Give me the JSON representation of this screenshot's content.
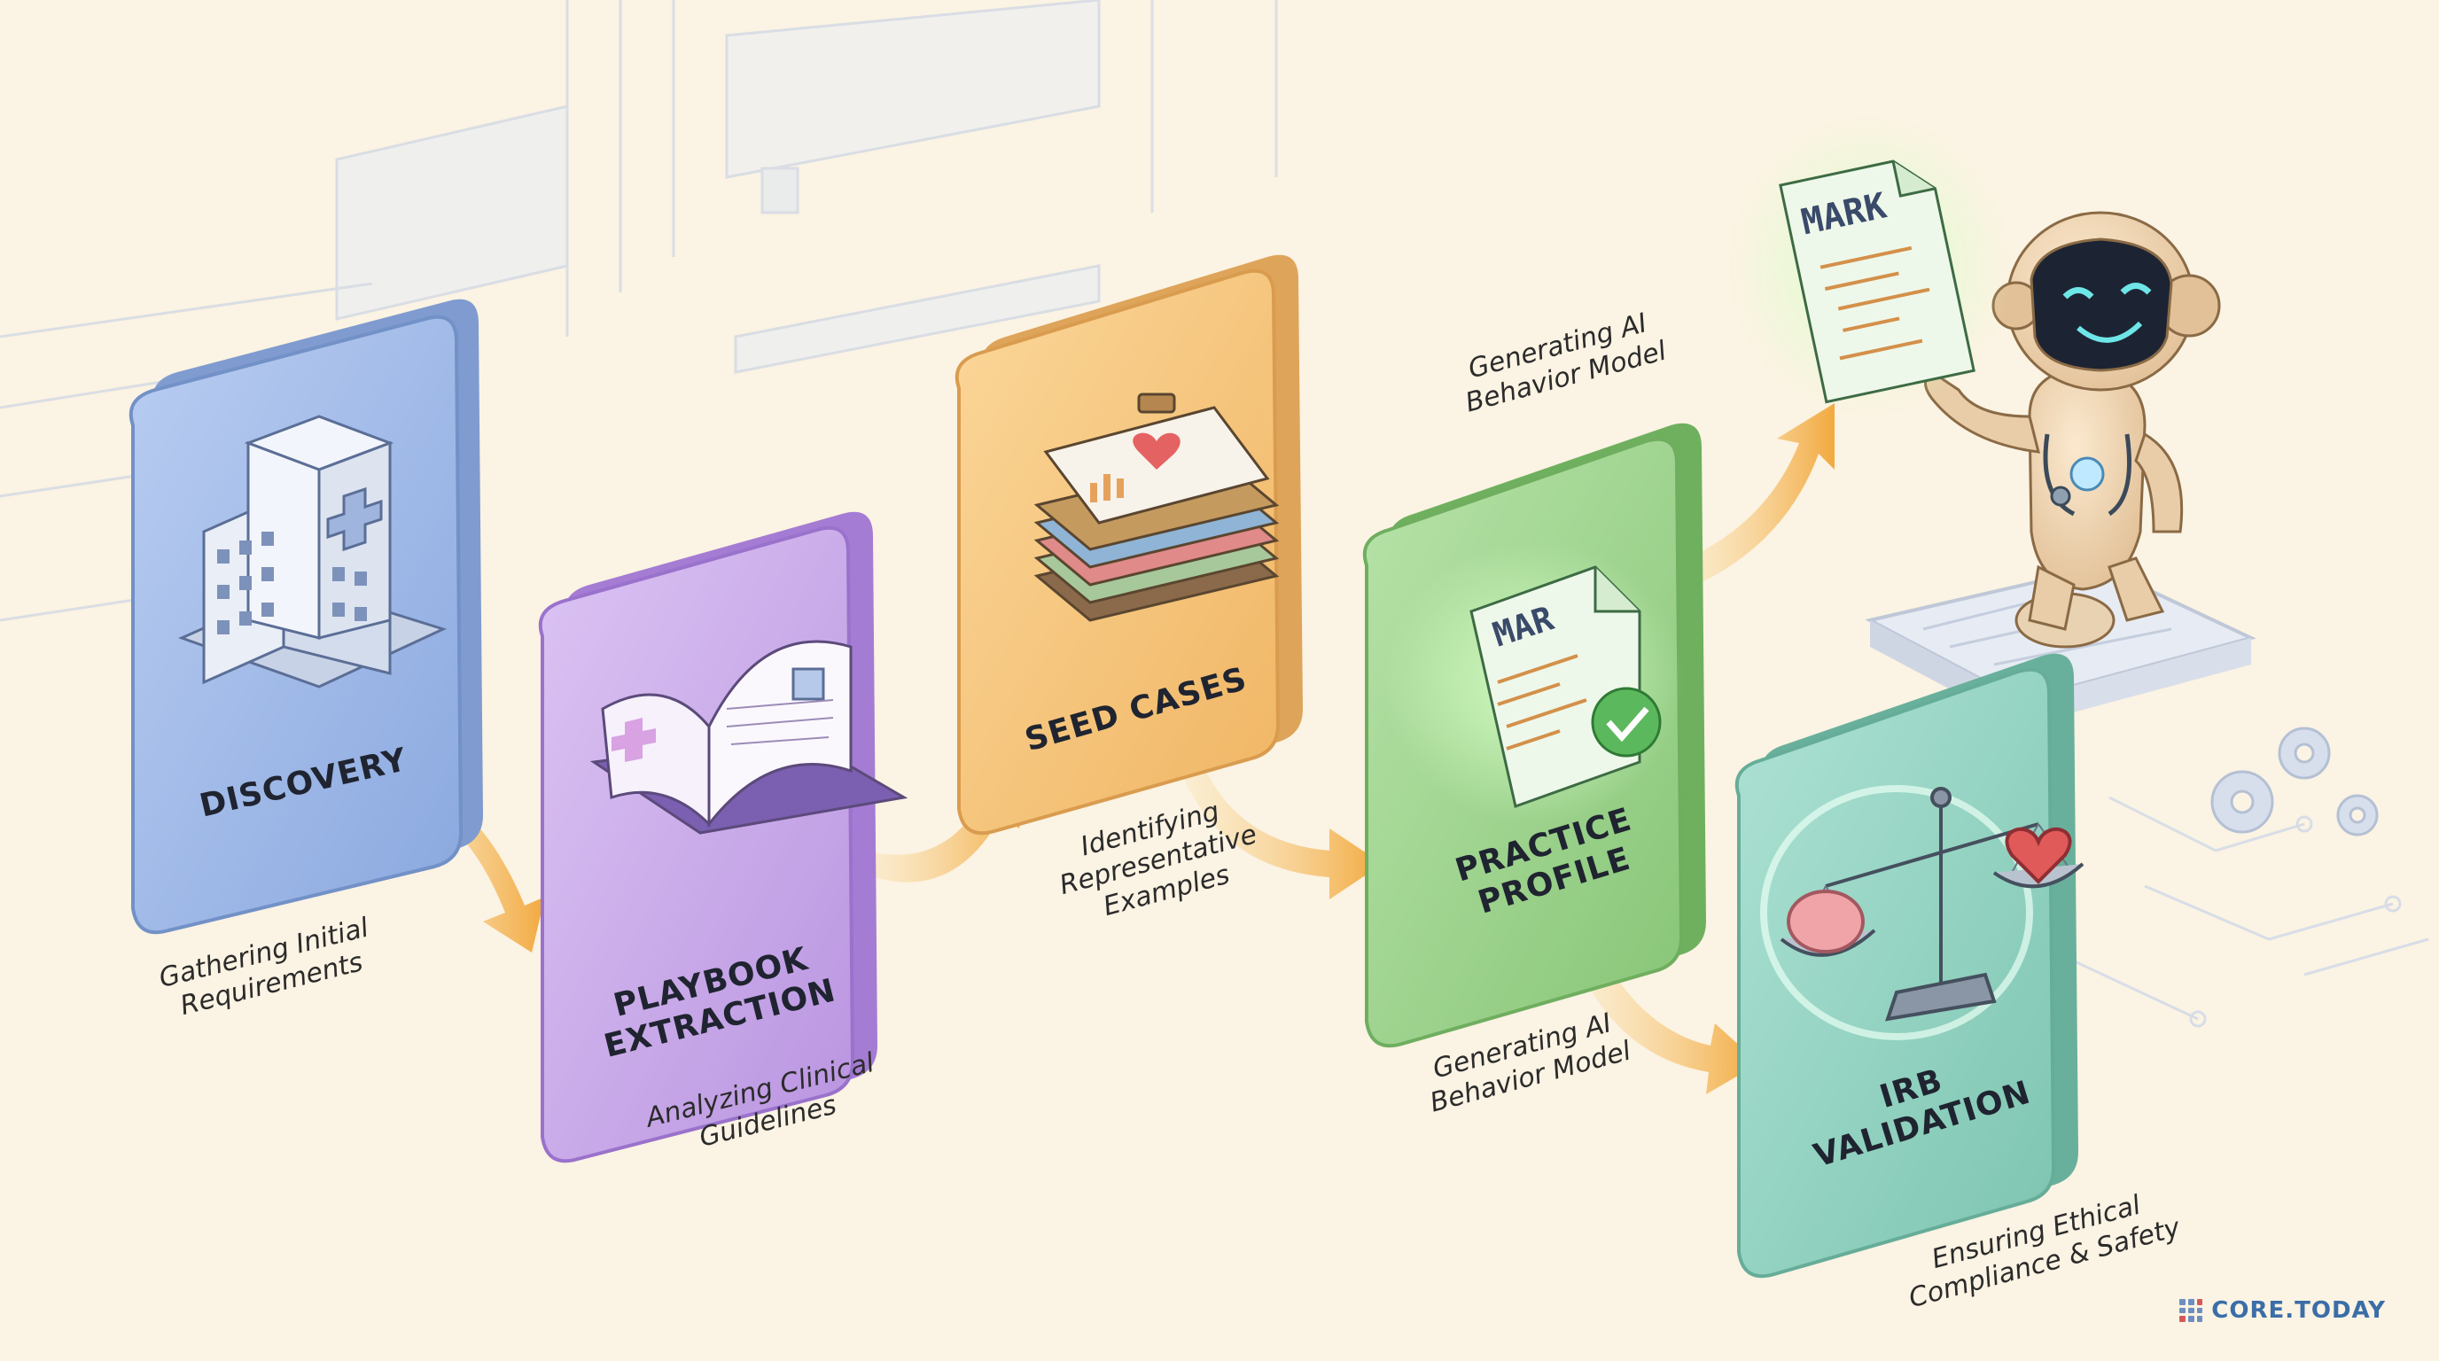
{
  "steps": [
    {
      "id": "discovery",
      "title_lines": [
        "DISCOVERY"
      ],
      "caption_lines": [
        "Gathering Initial",
        "Requirements"
      ],
      "color": "#9ab5e6"
    },
    {
      "id": "playbook",
      "title_lines": [
        "PLAYBOOK",
        "EXTRACTION"
      ],
      "caption_lines": [
        "Analyzing Clinical",
        "Guidelines"
      ],
      "color": "#c7a6e8"
    },
    {
      "id": "seed",
      "title_lines": [
        "SEED CASES"
      ],
      "caption_lines": [
        "Identifying",
        "Representative",
        "Examples"
      ],
      "color": "#f5c77e"
    },
    {
      "id": "practice",
      "title_lines": [
        "PRACTICE",
        "PROFILE"
      ],
      "caption_lines": [
        "Generating AI",
        "Behavior Model"
      ],
      "color": "#9dd38f"
    },
    {
      "id": "irb",
      "title_lines": [
        "IRB",
        "VALIDATION"
      ],
      "caption_lines": [
        "Ensuring Ethical",
        "Compliance & Safety"
      ],
      "color": "#8fd0bf"
    }
  ],
  "top_caption_lines": [
    "Generating AI",
    "Behavior Model"
  ],
  "doc_labels": {
    "practice_doc": "MAR",
    "robot_doc": "MARK"
  },
  "brand": "CORE.TODAY",
  "icons": [
    "hospital-icon",
    "open-book-icon",
    "clipboard-stack-icon",
    "document-check-icon",
    "scales-icon",
    "robot-icon"
  ]
}
